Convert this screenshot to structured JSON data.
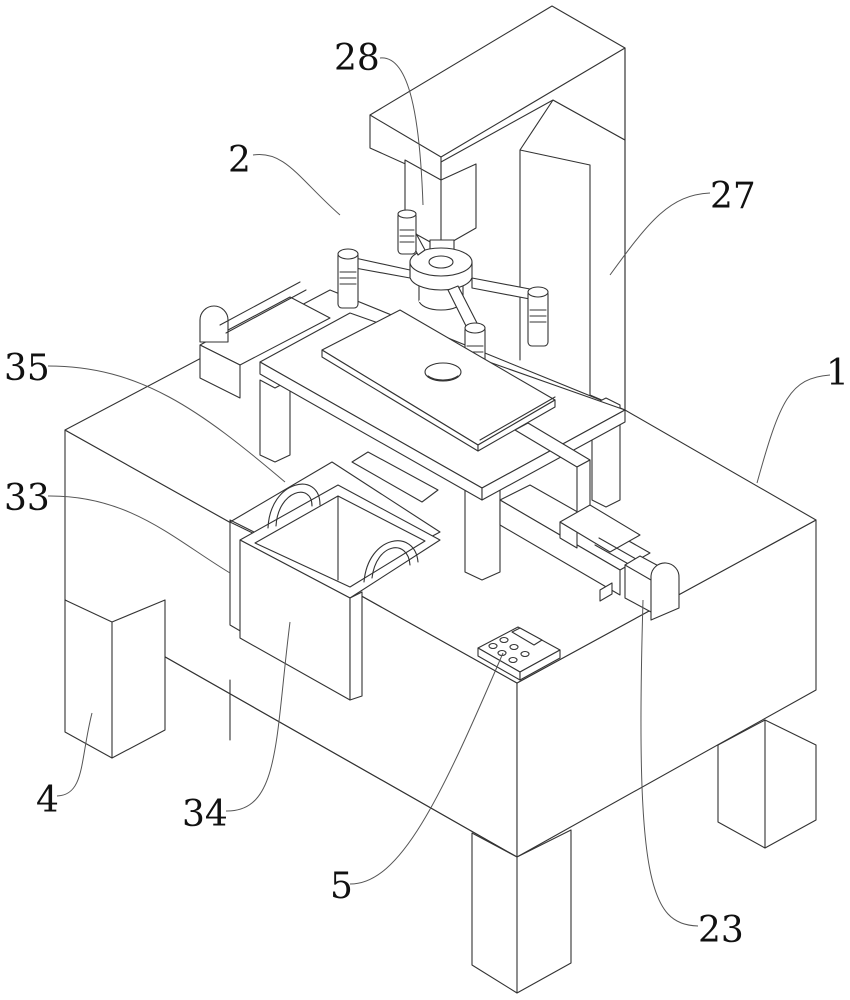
{
  "figure": {
    "type": "patent-line-drawing",
    "subject": "machine with frame, turntable, workbench, collection box and control panel",
    "line_color": "#333333",
    "background_color": "#ffffff"
  },
  "callouts": [
    {
      "id": "c28",
      "label": "28",
      "part": "lifting cylinder / drive head"
    },
    {
      "id": "c2",
      "label": "2",
      "part": "clamping assembly"
    },
    {
      "id": "c27",
      "label": "27",
      "part": "gantry frame"
    },
    {
      "id": "c35",
      "label": "35",
      "part": "handle"
    },
    {
      "id": "c33",
      "label": "33",
      "part": "box slot"
    },
    {
      "id": "c1",
      "label": "1",
      "part": "machine table"
    },
    {
      "id": "c4",
      "label": "4",
      "part": "support leg"
    },
    {
      "id": "c34",
      "label": "34",
      "part": "collection box"
    },
    {
      "id": "c5",
      "label": "5",
      "part": "control panel"
    },
    {
      "id": "c23",
      "label": "23",
      "part": "motor"
    }
  ]
}
